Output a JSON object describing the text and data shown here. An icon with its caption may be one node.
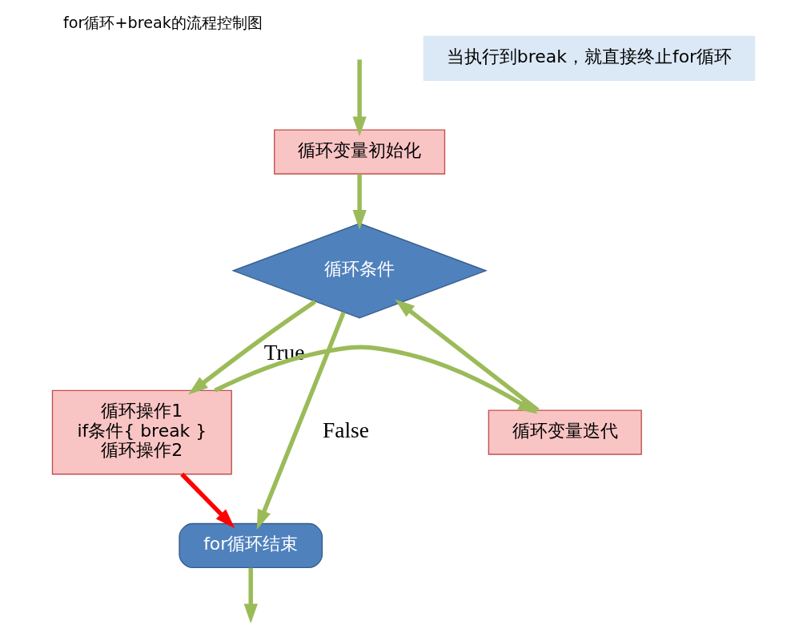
{
  "diagram": {
    "title": "for循环+break的流程控制图",
    "nodes": [
      {
        "text": [
          "循环变量初始化"
        ]
      },
      {
        "text": [
          "循环条件"
        ]
      },
      {
        "text": [
          "循环操作1",
          "if条件{ break }",
          "循环操作2"
        ]
      },
      {
        "text": [
          "循环变量迭代"
        ]
      },
      {
        "text": [
          "for循环结束"
        ]
      },
      {
        "text": [
          "当执行到break，就直接终止for循环"
        ]
      }
    ],
    "edges": [
      {
        "from": null,
        "to": 0,
        "arrow": "to"
      },
      {
        "from": 0,
        "to": 1,
        "arrow": "to"
      },
      {
        "from": 1,
        "to": 2,
        "arrow": "to",
        "label": "True"
      },
      {
        "from": 1,
        "to": 4,
        "arrow": "to",
        "label": "False"
      },
      {
        "from": 2,
        "to": 3,
        "arrow": "to"
      },
      {
        "from": 3,
        "to": 1,
        "arrow": "to"
      },
      {
        "from": 2,
        "to": 4,
        "arrow": "to",
        "color": "#ff0000"
      },
      {
        "from": 4,
        "to": null,
        "arrow": "to"
      }
    ]
  }
}
